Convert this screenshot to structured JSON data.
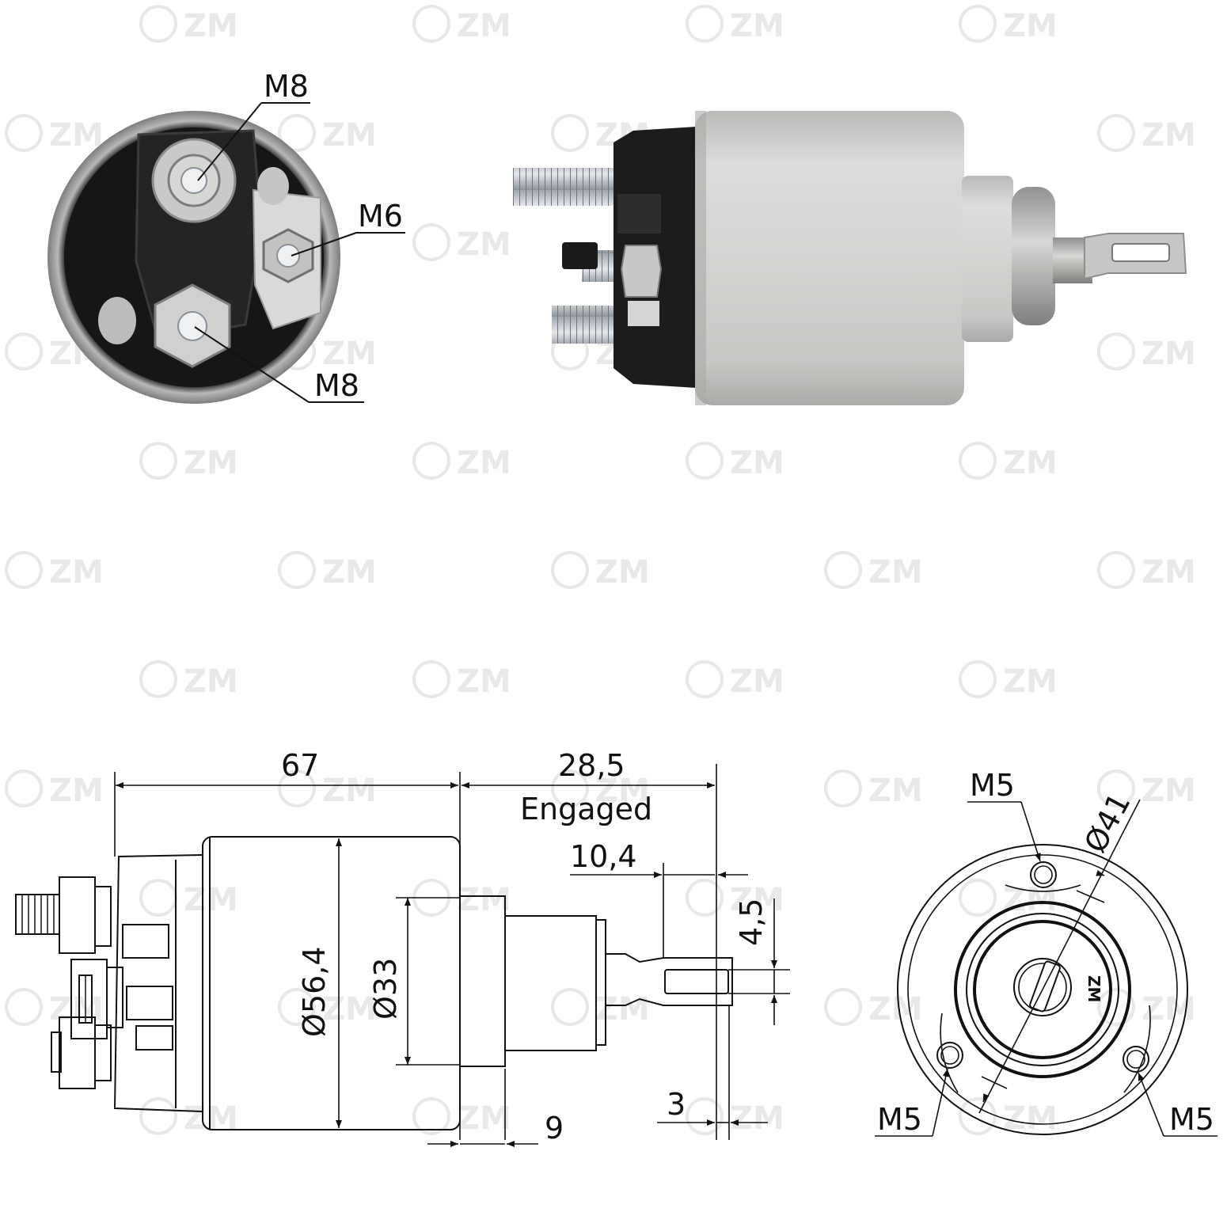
{
  "watermark": {
    "text": "ZM",
    "color": "#e8e8e8"
  },
  "colors": {
    "line": "#111111",
    "silver": "#cfd0cd",
    "dark_body": "#1e1e1e"
  },
  "photo_end": {
    "labels": {
      "stud_top": "M8",
      "stud_small": "M6",
      "stud_bottom": "M8"
    }
  },
  "photo_side": {},
  "drawing_side": {
    "dims": {
      "length": "67",
      "stroke_engaged": "28,5",
      "engaged_caption": "Engaged",
      "offset": "10,4",
      "slot_width": "4,5",
      "body_diameter": "Ø56,4",
      "shoulder_diameter": "Ø33",
      "flange_depth": "9",
      "tip": "3"
    }
  },
  "drawing_front": {
    "labels": {
      "hole_top": "M5",
      "hole_left": "M5",
      "hole_right": "M5",
      "bolt_circle": "Ø41",
      "logo": "ZM"
    }
  }
}
